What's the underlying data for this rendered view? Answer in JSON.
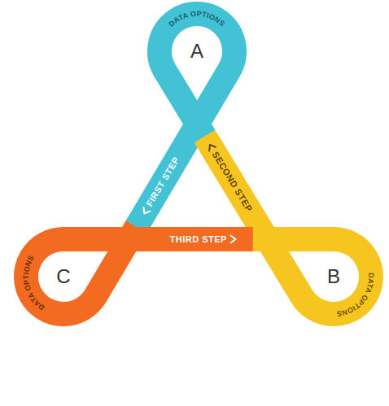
{
  "diagram": {
    "nodes": [
      {
        "text": [
          "A",
          "DATA OPTIONS"
        ]
      },
      {
        "text": [
          "C",
          "DATA OPTIONS"
        ]
      },
      {
        "text": [
          "B",
          "DATA OPTIONS"
        ]
      }
    ],
    "edges": [
      {
        "from": 0,
        "to": 1,
        "arrow": "to",
        "label": "FIRST STEP"
      },
      {
        "from": 2,
        "to": 0,
        "arrow": "to",
        "label": "SECOND STEP"
      },
      {
        "from": 1,
        "to": 2,
        "arrow": "to",
        "label": "THIRD STEP"
      }
    ]
  }
}
